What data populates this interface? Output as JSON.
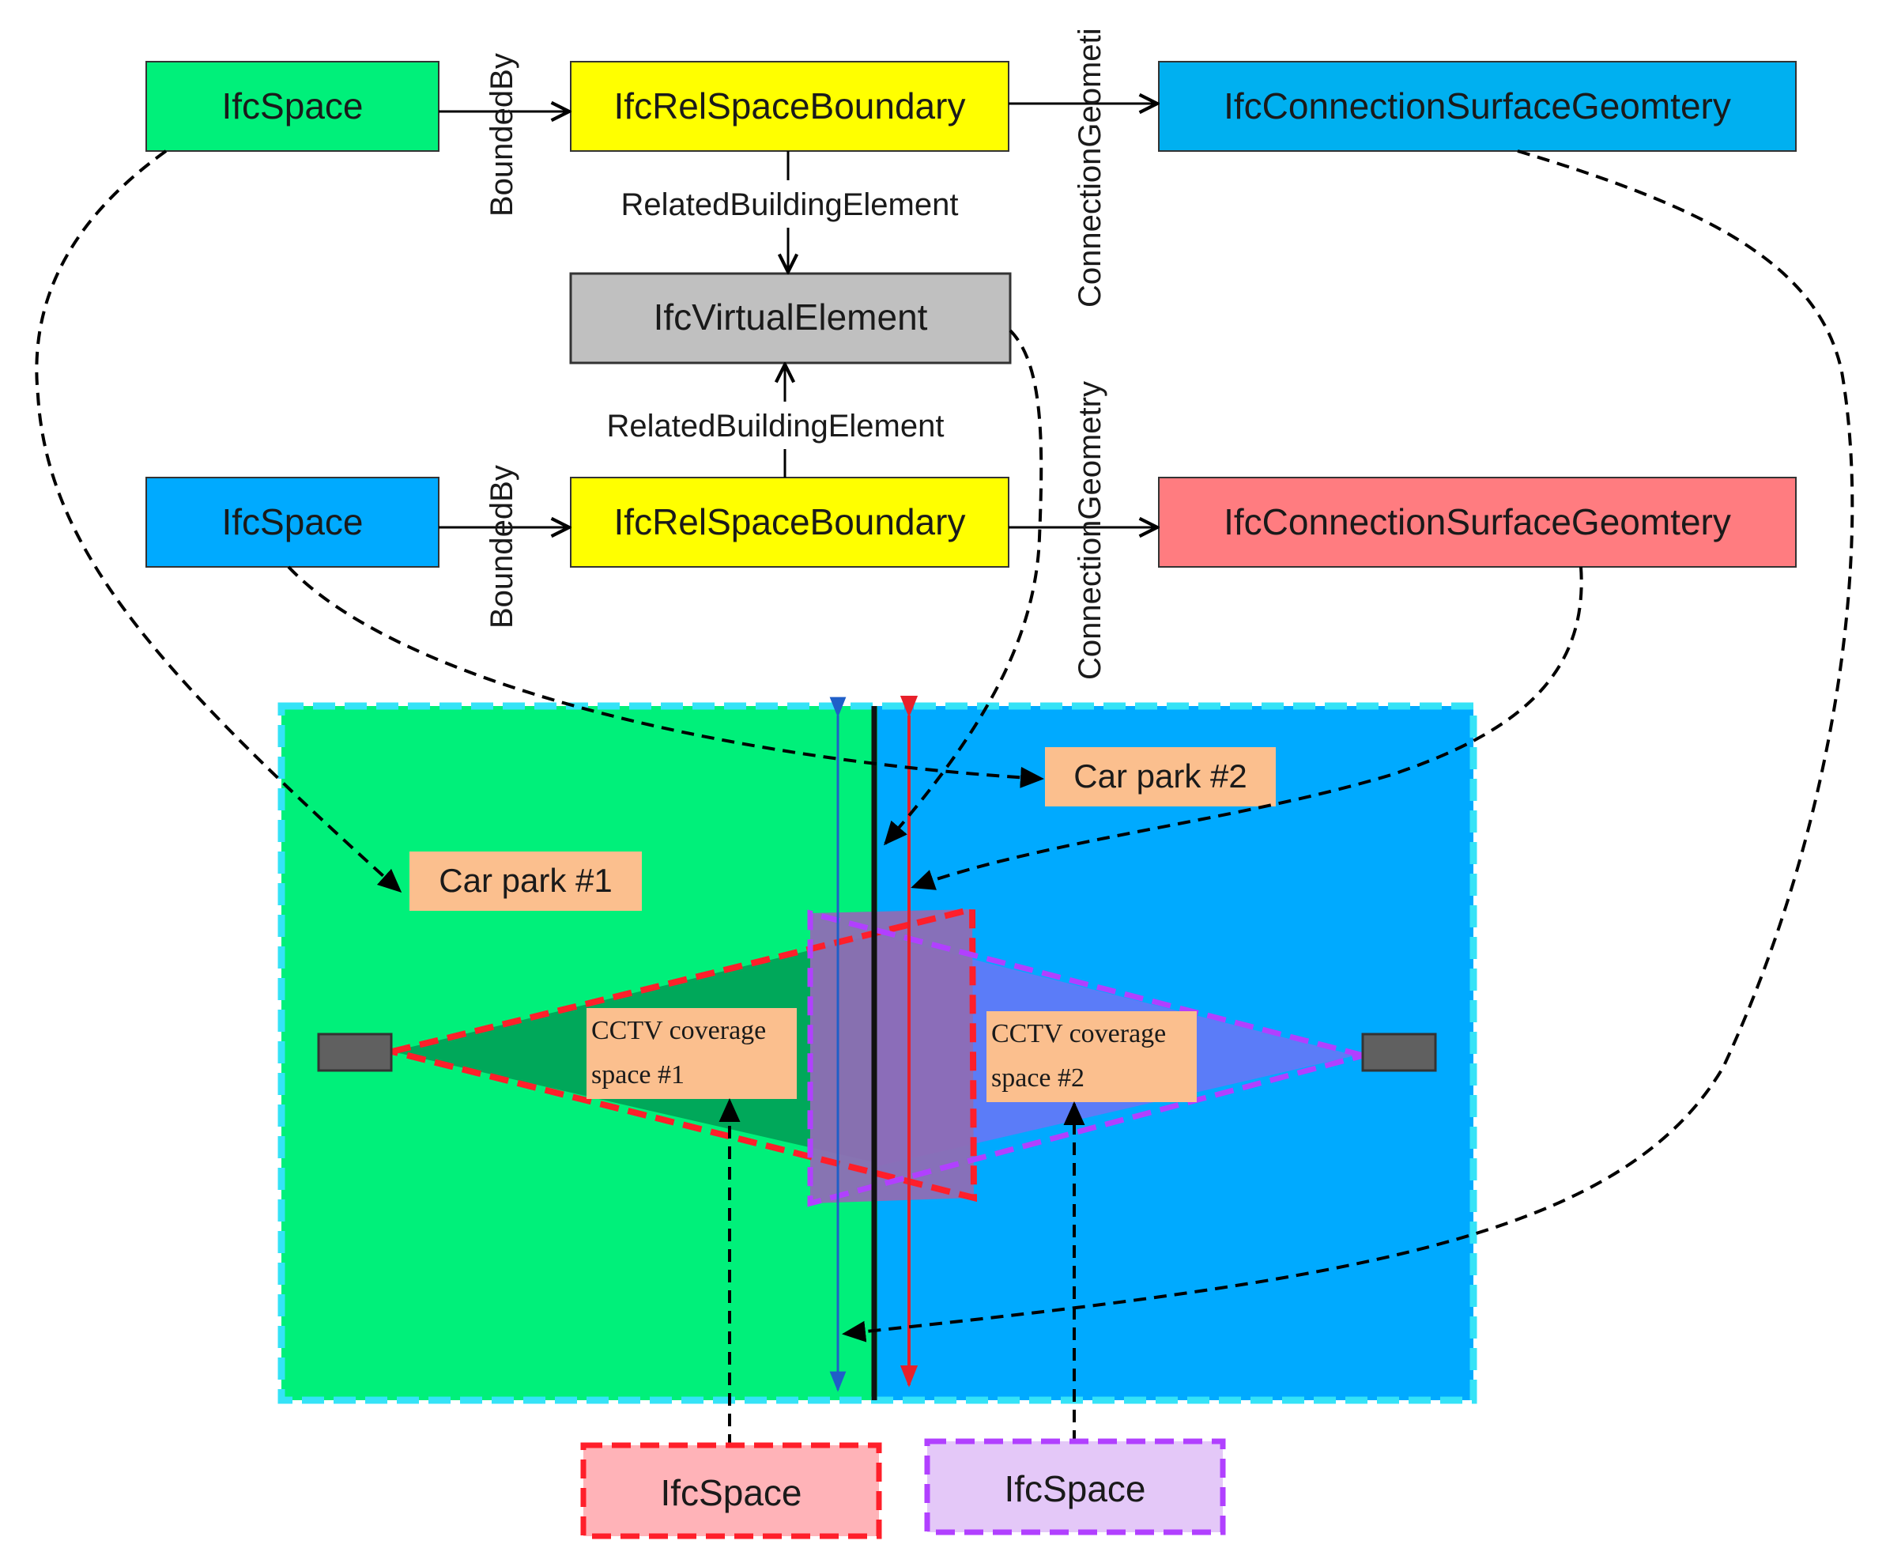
{
  "boxes": {
    "space_green": "IfcSpace",
    "rel_top": "IfcRelSpaceBoundary",
    "conn_top": "IfcConnectionSurfaceGeomtery",
    "virtual": "IfcVirtualElement",
    "space_blue": "IfcSpace",
    "rel_bottom": "IfcRelSpaceBoundary",
    "conn_bottom": "IfcConnectionSurfaceGeomtery",
    "space_red": "IfcSpace",
    "space_purple": "IfcSpace"
  },
  "edges": {
    "bounded_by_top": "BoundedBy",
    "bounded_by_bottom": "BoundedBy",
    "conn_geom_top": "ConnectionGeometi",
    "conn_geom_bottom": "ConnectionGeometry",
    "related_top": "RelatedBuildingElement",
    "related_bottom": "RelatedBuildingElement"
  },
  "floorplan": {
    "car_park_1": "Car park #1",
    "car_park_2": "Car park #2",
    "cctv_1_line1": "CCTV coverage",
    "cctv_1_line2": "space #1",
    "cctv_2_line1": "CCTV coverage",
    "cctv_2_line2": "space #2"
  },
  "colors": {
    "green_space": "#00f07a",
    "blue_space": "#00aaff",
    "rel_boundary": "#ffff00",
    "conn_top": "#00b0f0",
    "conn_bottom": "#ff7c80",
    "virtual": "#c0c0c0",
    "tag": "#fbbf8e",
    "red_space": "#ffb3b8",
    "purple_space": "#e4c8f8"
  }
}
